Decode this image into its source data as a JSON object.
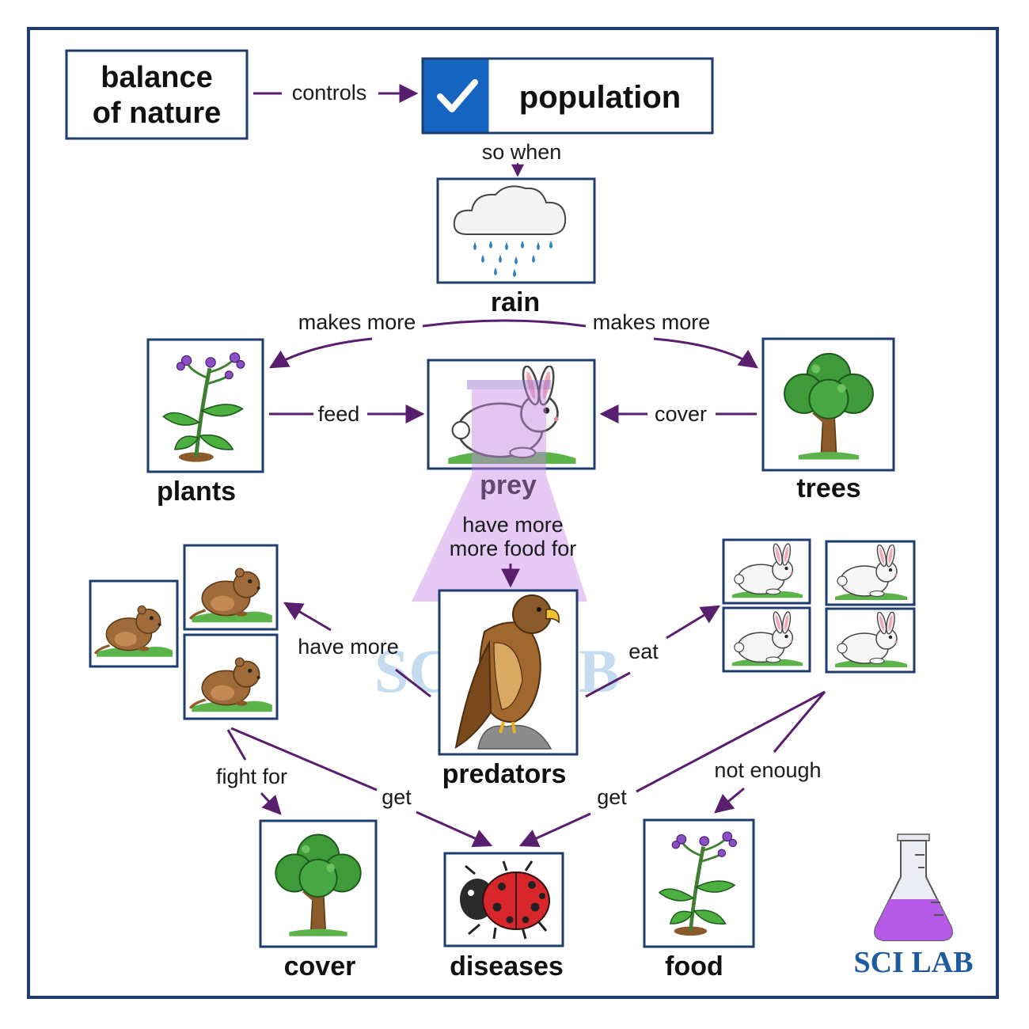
{
  "colors": {
    "frame": "#1f3c6e",
    "arrow": "#5a1e6e",
    "brand": "#1e5aa0",
    "flask": "#b45ae6",
    "check_box": "#1565c0"
  },
  "header": {
    "balance_line1": "balance",
    "balance_line2": "of nature",
    "controls_label": "controls",
    "population_label": "population",
    "check_icon": "checkmark-icon"
  },
  "nodes": {
    "rain": {
      "label": "rain",
      "icon": "rain-cloud-icon"
    },
    "plants": {
      "label": "plants",
      "icon": "flowering-plant-icon"
    },
    "prey": {
      "label": "prey",
      "icon": "rabbit-icon"
    },
    "trees": {
      "label": "trees",
      "icon": "tree-icon"
    },
    "predators": {
      "label": "predators",
      "icon": "hawk-icon"
    },
    "cover": {
      "label": "cover",
      "icon": "tree-icon"
    },
    "diseases": {
      "label": "diseases",
      "icon": "ladybug-icon"
    },
    "food": {
      "label": "food",
      "icon": "flowering-plant-icon"
    },
    "more_predators": {
      "icon": "vole-icon"
    },
    "more_prey": {
      "icon": "rabbit-icon"
    }
  },
  "edges": {
    "so_when": "so when",
    "makes_more_left": "makes more",
    "makes_more_right": "makes more",
    "feed": "feed",
    "cover": "cover",
    "have_more_line1": "have more",
    "have_more_line2": "more food for",
    "have_more_left": "have more",
    "eat": "eat",
    "fight_for": "fight for",
    "get_left": "get",
    "get_right": "get",
    "not_enough": "not enough"
  },
  "watermark": {
    "text": "SCI LAB",
    "icon": "flask-icon"
  },
  "brand": {
    "text": "SCI LAB",
    "icon": "flask-icon"
  }
}
